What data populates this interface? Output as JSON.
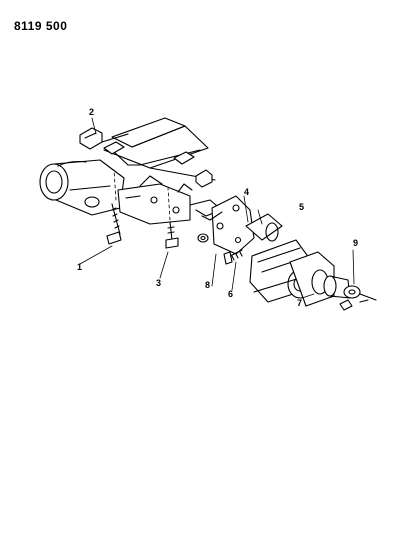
{
  "header": {
    "doc_id": "8119 500"
  },
  "callouts": [
    "1",
    "2",
    "3",
    "4",
    "5",
    "6",
    "7",
    "8",
    "9"
  ]
}
